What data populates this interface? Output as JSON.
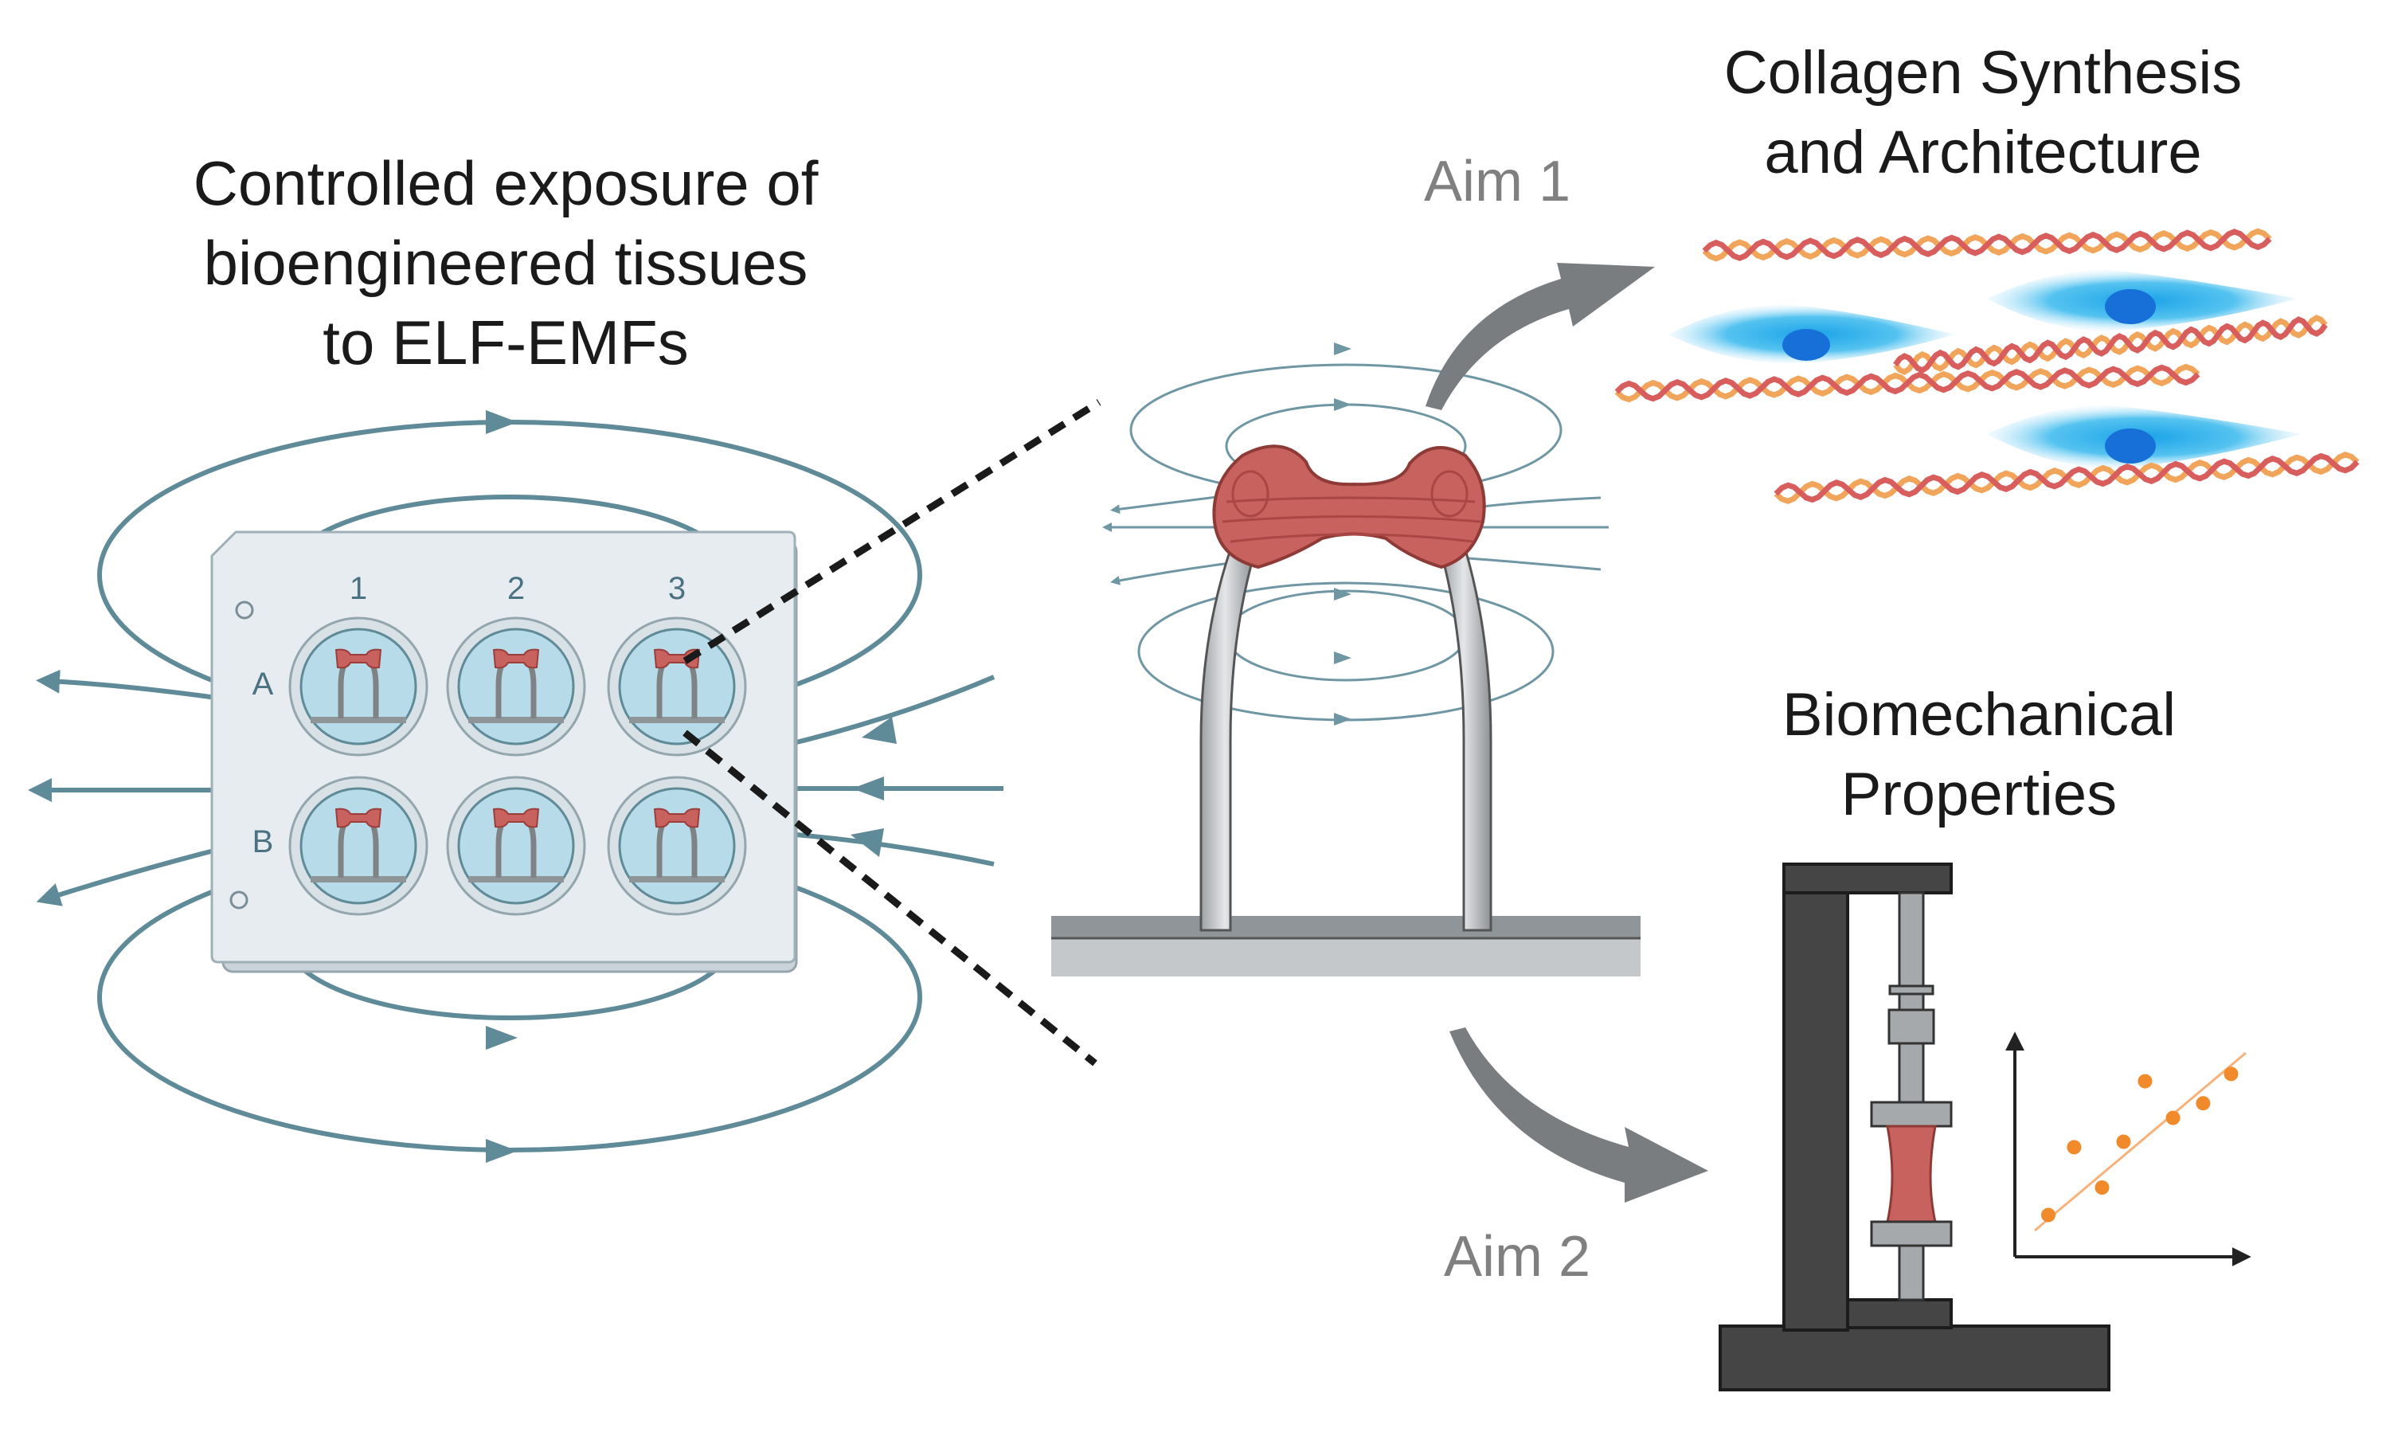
{
  "left_title": [
    "Controlled exposure of",
    "bioengineered tissues",
    "to ELF-EMFs"
  ],
  "plate": {
    "columns": [
      "1",
      "2",
      "3"
    ],
    "rows": [
      "A",
      "B"
    ]
  },
  "aim1": {
    "label": "Aim 1",
    "title": [
      "Collagen Synthesis",
      "and Architecture"
    ]
  },
  "aim2": {
    "label": "Aim 2",
    "title": [
      "Biomechanical",
      "Properties"
    ]
  },
  "scatter_points": [
    [
      0.1,
      0.15
    ],
    [
      0.22,
      0.52
    ],
    [
      0.35,
      0.3
    ],
    [
      0.45,
      0.55
    ],
    [
      0.55,
      0.88
    ],
    [
      0.68,
      0.68
    ],
    [
      0.82,
      0.76
    ],
    [
      0.95,
      0.92
    ]
  ],
  "colors": {
    "field_line": "#5f8a98",
    "tissue": "#c8625e",
    "tissue_dark": "#9a3f3c",
    "well_fluid": "#b7dbe8",
    "plate": "#dfe6ea",
    "post": "#c7c9cb",
    "machine": "#4a4a4a",
    "arrow": "#7a7d80",
    "cell": "#3aaee3",
    "collagen_a": "#d85e5e",
    "collagen_b": "#f0a55a",
    "scatter": "#f08a2a"
  }
}
